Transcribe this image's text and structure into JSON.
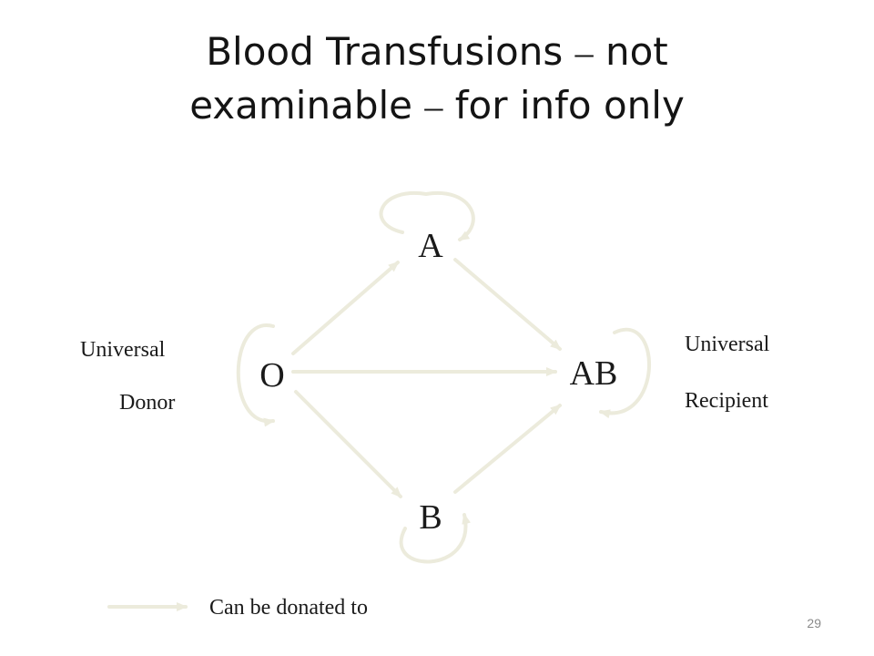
{
  "title": {
    "line1_a": "Blood Transfusions",
    "sep1": "–",
    "line1_b": "not",
    "line2_a": "examinable",
    "sep2": "–",
    "line2_b": "for info only"
  },
  "nodes": {
    "a": "A",
    "o": "O",
    "ab": "AB",
    "b": "B"
  },
  "labels": {
    "donor_line1": "Universal",
    "donor_line2": "Donor",
    "recipient_line1": "Universal",
    "recipient_line2": "Recipient"
  },
  "legend": {
    "text": "Can be donated to"
  },
  "page_number": "29",
  "colors": {
    "arrow": "#ecebdc",
    "text": "#1a1a1a"
  }
}
